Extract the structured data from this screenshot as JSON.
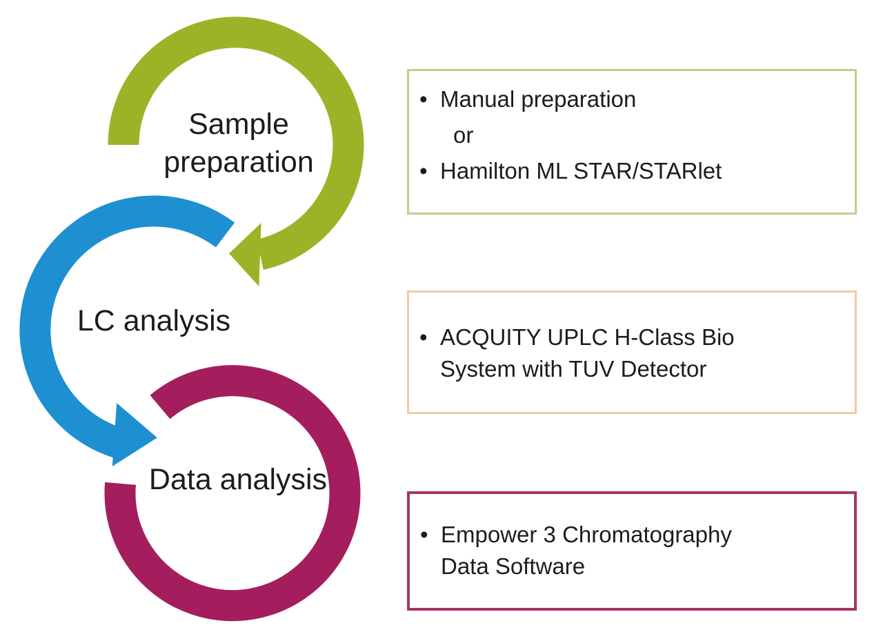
{
  "colors": {
    "green_arrow": "#9bb327",
    "blue_arrow": "#1e8fd1",
    "magenta_arrow": "#a41e5e",
    "box1_border": "#b9d190",
    "box2_border": "#efcaa5",
    "box3_border": "#a23767",
    "text": "#1c1c1c",
    "background": "#ffffff"
  },
  "cycle_steps": [
    {
      "label": "Sample preparation",
      "arrow_color": "#9bb327"
    },
    {
      "label": "LC analysis",
      "arrow_color": "#1e8fd1"
    },
    {
      "label": "Data analysis",
      "arrow_color": "#a41e5e"
    }
  ],
  "detail_boxes": [
    {
      "border_color": "#b9d190",
      "items": [
        {
          "bullet": "•",
          "text": "Manual preparation"
        },
        {
          "bullet": "",
          "text": "or"
        },
        {
          "bullet": "•",
          "text": "Hamilton ML STAR/STARlet"
        }
      ]
    },
    {
      "border_color": "#efcaa5",
      "items": [
        {
          "bullet": "•",
          "text": "ACQUITY UPLC H-Class Bio"
        },
        {
          "bullet": "",
          "text": "System with TUV Detector"
        }
      ]
    },
    {
      "border_color": "#a23767",
      "items": [
        {
          "bullet": "•",
          "text": "Empower 3 Chromatography"
        },
        {
          "bullet": "",
          "text": "Data Software"
        }
      ]
    }
  ]
}
